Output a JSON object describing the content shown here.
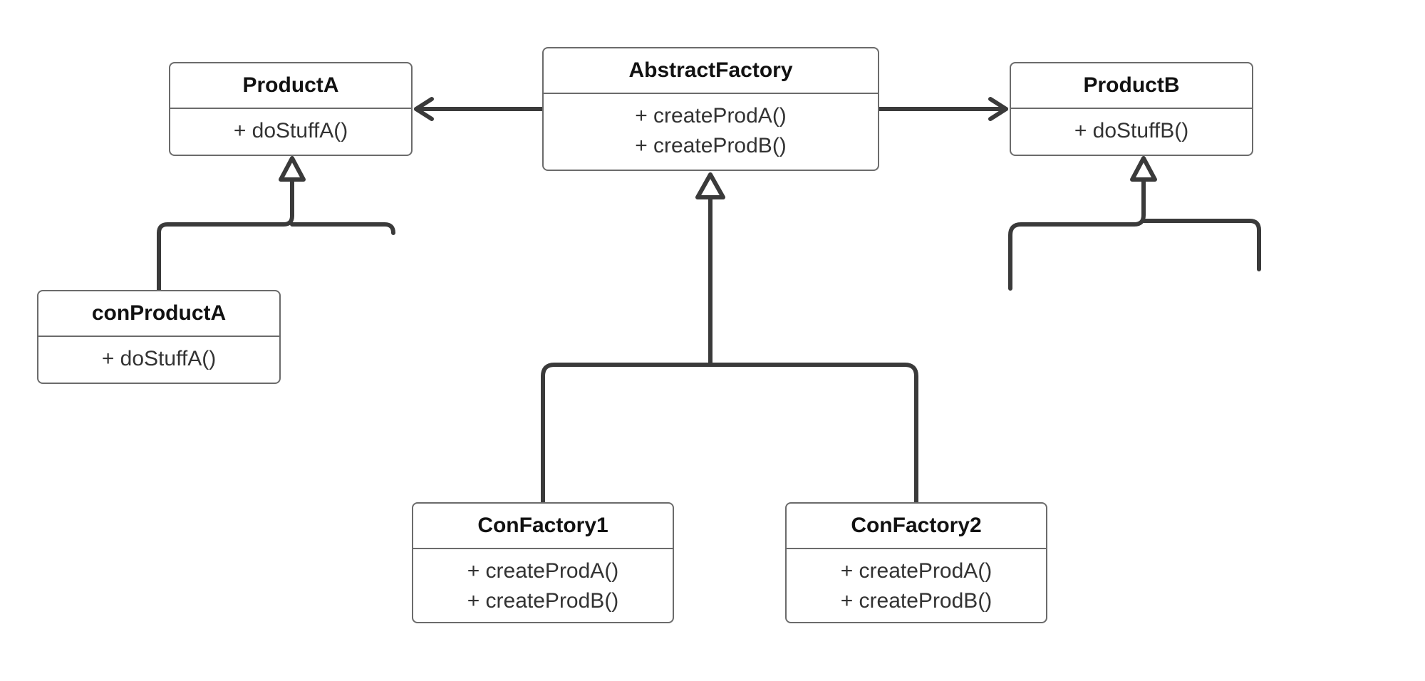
{
  "classes": {
    "product_a": {
      "name": "ProductA",
      "operations": [
        "+ doStuffA()"
      ]
    },
    "abstract_factory": {
      "name": "AbstractFactory",
      "operations": [
        "+ createProdA()",
        "+ createProdB()"
      ]
    },
    "product_b": {
      "name": "ProductB",
      "operations": [
        "+ doStuffB()"
      ]
    },
    "con_product_a": {
      "name": "conProductA",
      "operations": [
        "+ doStuffA()"
      ]
    },
    "con_factory_1": {
      "name": "ConFactory1",
      "operations": [
        "+ createProdA()",
        "+ createProdB()"
      ]
    },
    "con_factory_2": {
      "name": "ConFactory2",
      "operations": [
        "+ createProdA()",
        "+ createProdB()"
      ]
    }
  },
  "relationships": [
    {
      "type": "association",
      "from": "AbstractFactory",
      "to": "ProductA"
    },
    {
      "type": "association",
      "from": "AbstractFactory",
      "to": "ProductB"
    },
    {
      "type": "generalization",
      "from": "conProductA",
      "to": "ProductA"
    },
    {
      "type": "generalization",
      "from": "ConFactory1",
      "to": "AbstractFactory"
    },
    {
      "type": "generalization",
      "from": "ConFactory2",
      "to": "AbstractFactory"
    },
    {
      "type": "generalization",
      "from": "",
      "to": "ProductB"
    }
  ],
  "colors": {
    "line": "#3a3a3a",
    "box_border": "#6b6b6b",
    "background": "#ffffff"
  }
}
